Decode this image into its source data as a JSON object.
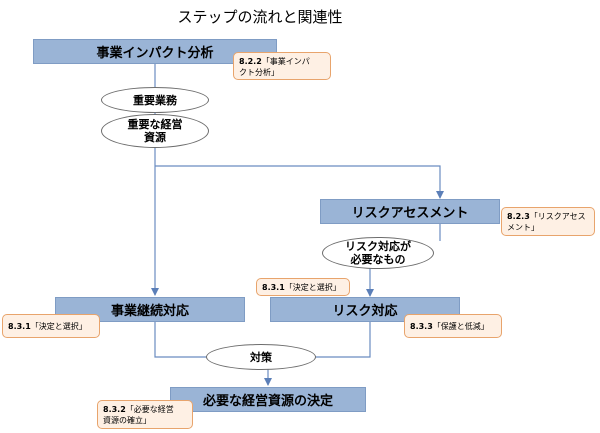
{
  "title": "ステップの流れと関連性",
  "boxes": {
    "bia": "事業インパクト分析",
    "risk_assessment": "リスクアセスメント",
    "business_continuity": "事業継続対応",
    "risk_response": "リスク対応",
    "resource_decision": "必要な経営資源の決定"
  },
  "ovals": {
    "critical_business": "重要業務",
    "critical_resources_line1": "重要な経営",
    "critical_resources_line2": "資源",
    "risk_needed_line1": "リスク対応が",
    "risk_needed_line2": "必要なもの",
    "measures": "対策"
  },
  "notes": {
    "n822": {
      "num": "8.2.2",
      "line1": "「事業インパ",
      "line2": "クト分析」"
    },
    "n823": {
      "num": "8.2.3",
      "line1": "「リスクアセス",
      "line2": "メント」"
    },
    "n831a": {
      "num": "8.3.1",
      "line1": "「決定と選択」"
    },
    "n831b": {
      "num": "8.3.1",
      "line1": "「決定と選択」"
    },
    "n833": {
      "num": "8.3.3",
      "line1": "「保護と低減」"
    },
    "n832": {
      "num": "8.3.2",
      "line1": "「必要な経営",
      "line2": "資源の確立」"
    }
  },
  "colors": {
    "box_fill": "#9ab4d6",
    "note_fill": "#fef0e4",
    "note_border": "#e8a46c",
    "arrow": "#6a8cc0"
  }
}
